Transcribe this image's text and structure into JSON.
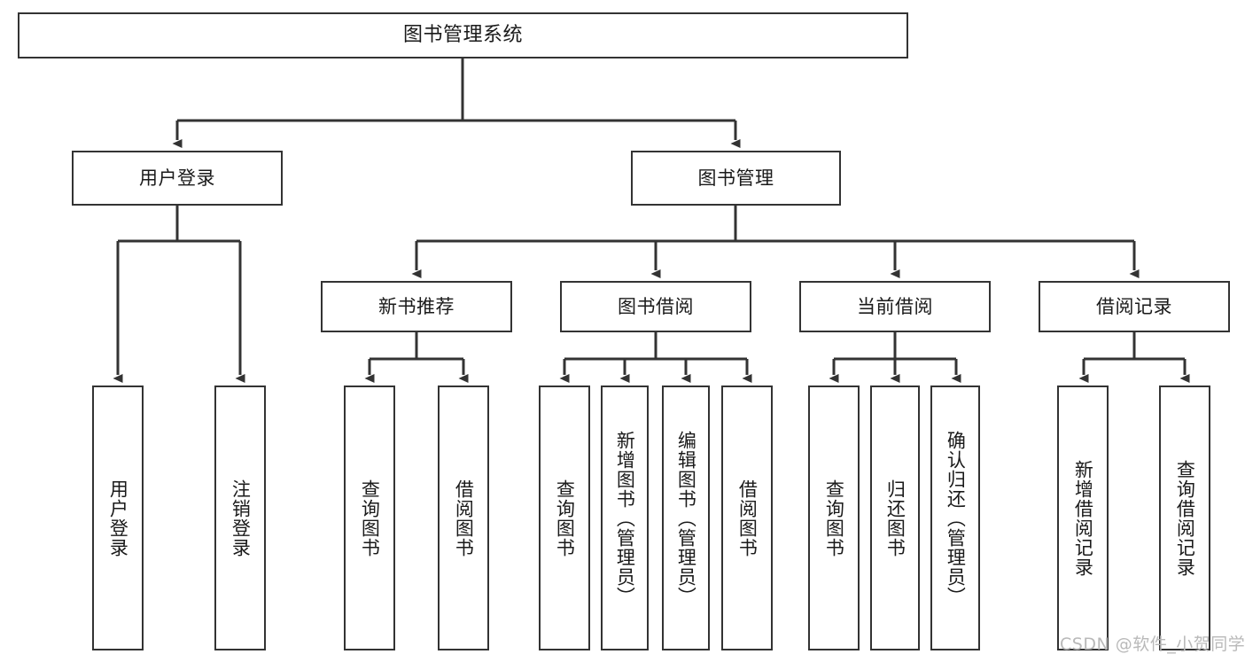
{
  "diagram": {
    "title": "图书管理系统",
    "type": "tree",
    "root": {
      "label": "图书管理系统"
    },
    "level2": [
      {
        "label": "用户登录"
      },
      {
        "label": "图书管理"
      }
    ],
    "level3": [
      {
        "label": "新书推荐"
      },
      {
        "label": "图书借阅"
      },
      {
        "label": "当前借阅"
      },
      {
        "label": "借阅记录"
      }
    ],
    "leaves": [
      {
        "label": "用户登录"
      },
      {
        "label": "注销登录"
      },
      {
        "label": "查询图书"
      },
      {
        "label": "借阅图书"
      },
      {
        "label": "查询图书"
      },
      {
        "label": "新增图书（管理员）"
      },
      {
        "label": "编辑图书（管理员）"
      },
      {
        "label": "借阅图书"
      },
      {
        "label": "查询图书"
      },
      {
        "label": "归还图书"
      },
      {
        "label": "确认归还（管理员）"
      },
      {
        "label": "新增借阅记录"
      },
      {
        "label": "查询借阅记录"
      }
    ],
    "colors": {
      "stroke": "#333333",
      "fill": "#ffffff",
      "text": "#1a1a1a",
      "watermark": "#b9b9b9"
    }
  },
  "watermark": {
    "text": "CSDN @软件_小贺同学"
  }
}
